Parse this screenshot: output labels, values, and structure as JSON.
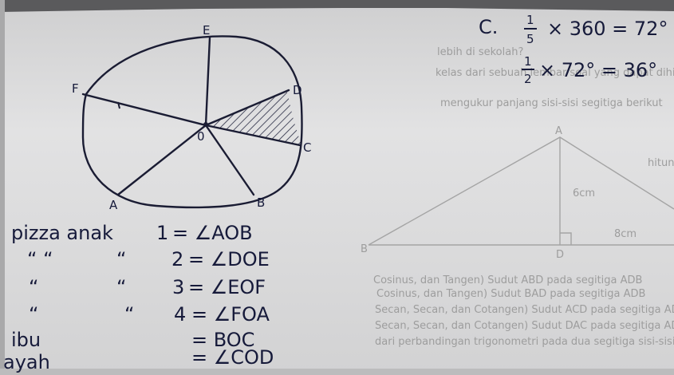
{
  "diagram": {
    "labels": {
      "E": "E",
      "D": "D",
      "C": "C",
      "B": "B",
      "A": "A",
      "F": "F",
      "O": "0"
    }
  },
  "calc": {
    "line1": {
      "prefix": "C.",
      "frac_num": "1",
      "frac_den": "5",
      "rest": "× 360 = 72°"
    },
    "line2": {
      "frac_num": "1",
      "frac_den": "2",
      "rest": "× 72° = 36°"
    }
  },
  "notes": [
    {
      "who": "pizza anak",
      "num": "1",
      "eq": "= ∠AOB"
    },
    {
      "who": "“ “",
      "mark": "“",
      "num": "2",
      "eq": "= ∠DOE"
    },
    {
      "who": "“",
      "mark": "“",
      "num": "3",
      "eq": "= ∠EOF"
    },
    {
      "who": "“",
      "mark": "“",
      "num": "4",
      "eq": "= ∠FOA"
    },
    {
      "who": "ibu",
      "eq": "= BOC"
    },
    {
      "who": "ayah",
      "eq": "= ∠COD"
    }
  ],
  "printed_text": {
    "lines": [
      "lebih di sekolah?",
      "kelas dari sebuah lembar soal yang dapat dihitung",
      "mengukur panjang sisi-sisi segitiga berikut",
      "hitung",
      "Cosinus, dan Tangen) Sudut ABD pada segitiga ADB",
      "Cosinus, dan Tangen) Sudut BAD pada segitiga ADB",
      "Secan, Secan, dan Cotangen) Sudut ACD pada segitiga ADC",
      "Secan, Secan, dan Cotangen) Sudut DAC pada segitiga ADC",
      "dari perbandingan trigonometri pada dua segitiga sisi-sisi"
    ],
    "triangle_labels": {
      "apex": "A",
      "left": "B",
      "foot": "D",
      "mid": "6cm",
      "dim": "8cm"
    }
  }
}
